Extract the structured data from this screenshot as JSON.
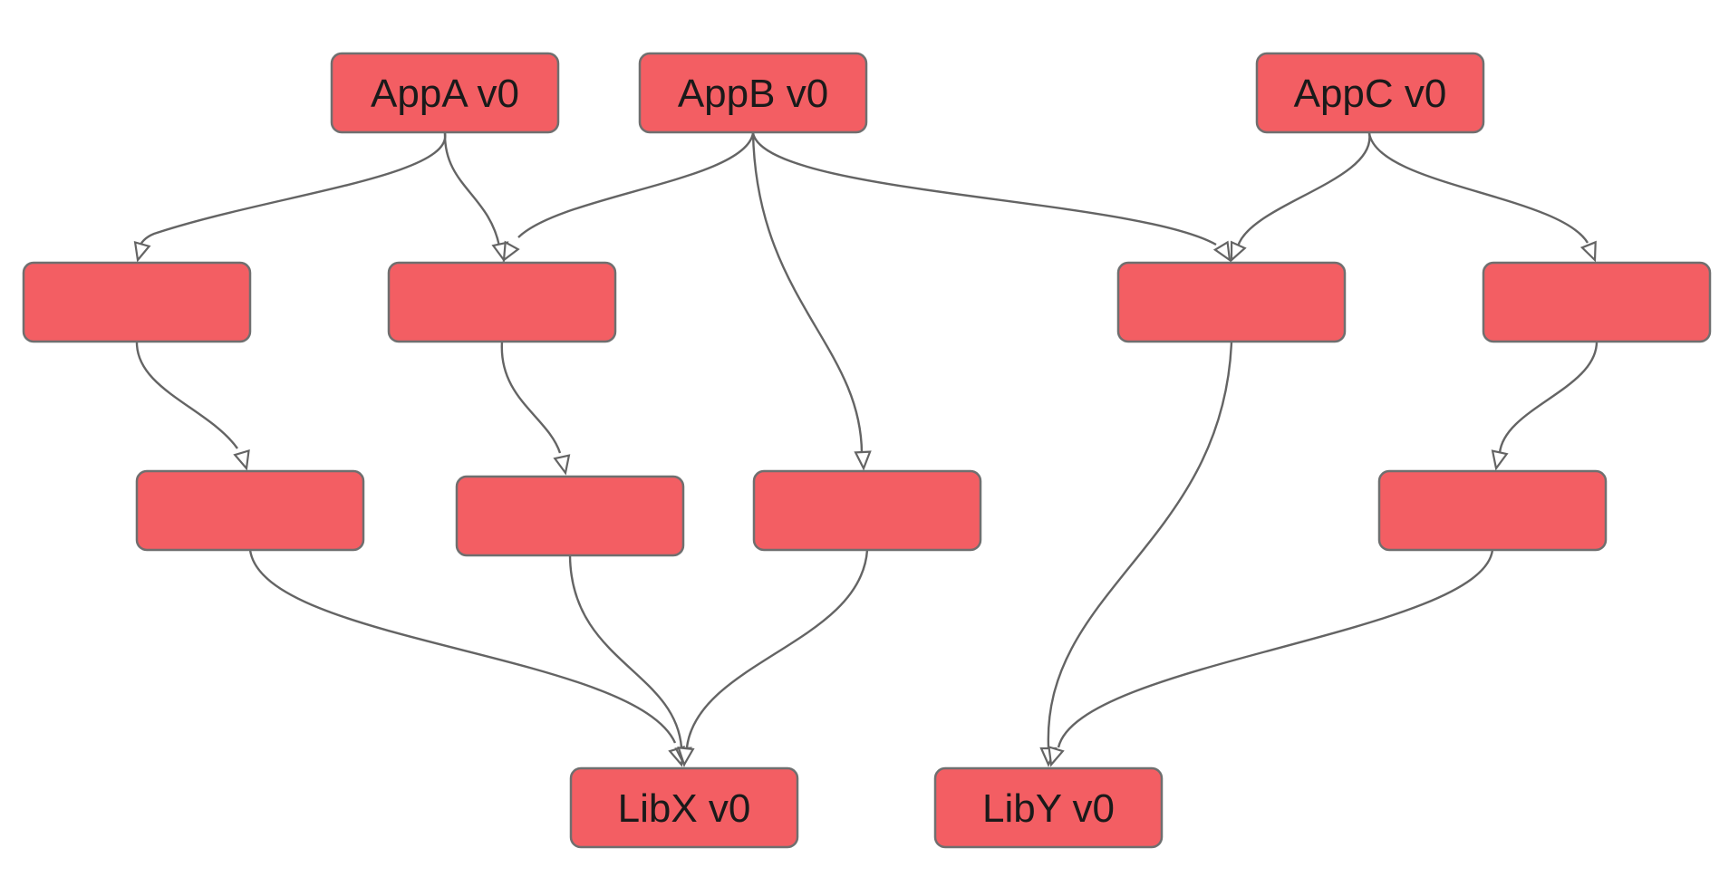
{
  "diagram": {
    "colors": {
      "node_fill": "#f35e63",
      "node_border": "#6f6f6f",
      "edge": "#646464",
      "label": "#1a1a1a"
    },
    "nodes": [
      {
        "id": "appA",
        "label": "AppA v0"
      },
      {
        "id": "appB",
        "label": "AppB v0"
      },
      {
        "id": "appC",
        "label": "AppC v0"
      },
      {
        "id": "m1",
        "label": ""
      },
      {
        "id": "m2",
        "label": ""
      },
      {
        "id": "m3",
        "label": ""
      },
      {
        "id": "m4",
        "label": ""
      },
      {
        "id": "m5",
        "label": ""
      },
      {
        "id": "m6",
        "label": ""
      },
      {
        "id": "m7",
        "label": ""
      },
      {
        "id": "m8",
        "label": ""
      },
      {
        "id": "libX",
        "label": "LibX v0"
      },
      {
        "id": "libY",
        "label": "LibY v0"
      }
    ],
    "edges": [
      {
        "from": "appA",
        "to": "m1"
      },
      {
        "from": "appA",
        "to": "m2"
      },
      {
        "from": "appB",
        "to": "m2"
      },
      {
        "from": "appB",
        "to": "m7"
      },
      {
        "from": "appB",
        "to": "m3"
      },
      {
        "from": "appC",
        "to": "m3"
      },
      {
        "from": "appC",
        "to": "m4"
      },
      {
        "from": "m1",
        "to": "m5"
      },
      {
        "from": "m2",
        "to": "m6"
      },
      {
        "from": "m4",
        "to": "m8"
      },
      {
        "from": "m5",
        "to": "libX"
      },
      {
        "from": "m6",
        "to": "libX"
      },
      {
        "from": "m7",
        "to": "libX"
      },
      {
        "from": "m3",
        "to": "libY"
      },
      {
        "from": "m8",
        "to": "libY"
      }
    ]
  }
}
